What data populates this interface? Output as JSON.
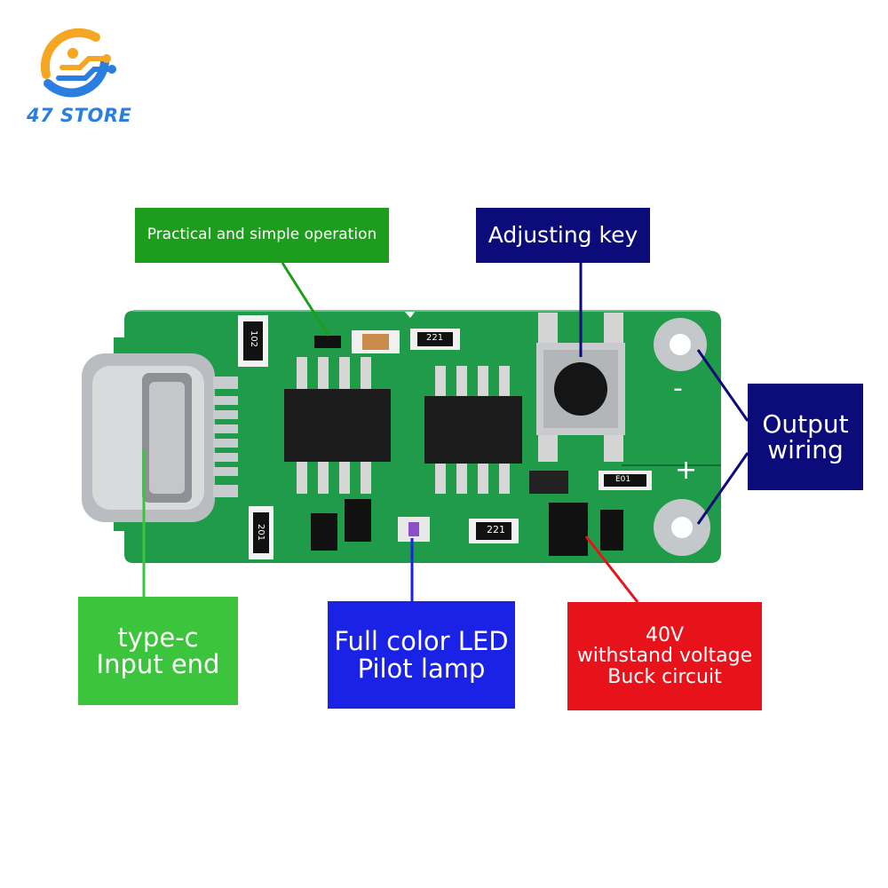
{
  "brand": {
    "name": "47 STORE",
    "logo_colors": {
      "orange": "#f5a623",
      "blue": "#2b7de0"
    }
  },
  "labels": {
    "practical": "Practical and simple operation",
    "adjusting_key": "Adjusting key",
    "output_wiring": [
      "Output",
      "wiring"
    ],
    "type_c": [
      "type-c",
      "Input end"
    ],
    "led": [
      "Full color LED",
      "Pilot lamp"
    ],
    "buck": [
      "40V",
      "withstand voltage",
      "Buck circuit"
    ]
  },
  "board": {
    "markings": {
      "minus": "-",
      "plus": "+",
      "r1": "102",
      "r2": "221",
      "r3": "201",
      "r4": "221",
      "r5": "E01"
    }
  },
  "colors": {
    "green_label": "#1c9e1c",
    "bright_green_label": "#3cc43c",
    "navy_label": "#0b0b7a",
    "blue_label": "#1a22e6",
    "red_label": "#e8121a",
    "pcb": "#1f9b4a"
  }
}
